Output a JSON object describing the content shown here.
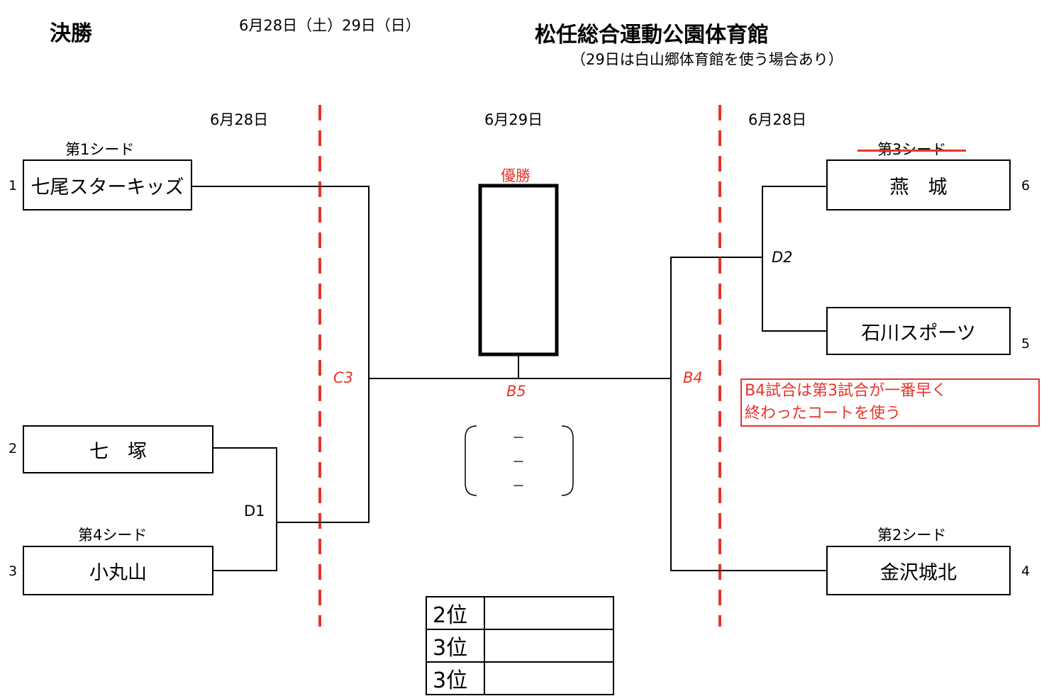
{
  "header": {
    "title": "決勝",
    "dates": "6月28日（土）29日（日）",
    "venue": "松任総合運動公園体育館",
    "venue_note": "（29日は白山郷体育館を使う場合あり）"
  },
  "columns": {
    "left_date": "6月28日",
    "center_date": "6月29日",
    "right_date": "6月28日"
  },
  "teams": {
    "t1": {
      "number": "1",
      "seed": "第1シード",
      "name": "七尾スターキッズ"
    },
    "t2": {
      "number": "2",
      "name": "七　塚"
    },
    "t3": {
      "number": "3",
      "seed": "第4シード",
      "name": "小丸山"
    },
    "t4": {
      "number": "4",
      "seed": "第2シード",
      "name": "金沢城北"
    },
    "t5": {
      "number": "5",
      "name": "石川スポーツ"
    },
    "t6": {
      "number": "6",
      "seed": "第3シード",
      "name": "燕　城"
    }
  },
  "matches": {
    "d1": "D1",
    "d2": "D2",
    "c3": "C3",
    "b4": "B4",
    "b5": "B5"
  },
  "winner_label": "優勝",
  "score_placeholder": [
    "－",
    "－",
    "－"
  ],
  "note": {
    "line1": "B4試合は第3試合が一番早く",
    "line2": "終わったコートを使う"
  },
  "ranks": [
    {
      "label": "2位",
      "value": ""
    },
    {
      "label": "3位",
      "value": ""
    },
    {
      "label": "3位",
      "value": ""
    }
  ],
  "colors": {
    "accent_red": "#e8332a",
    "line": "#000000"
  }
}
